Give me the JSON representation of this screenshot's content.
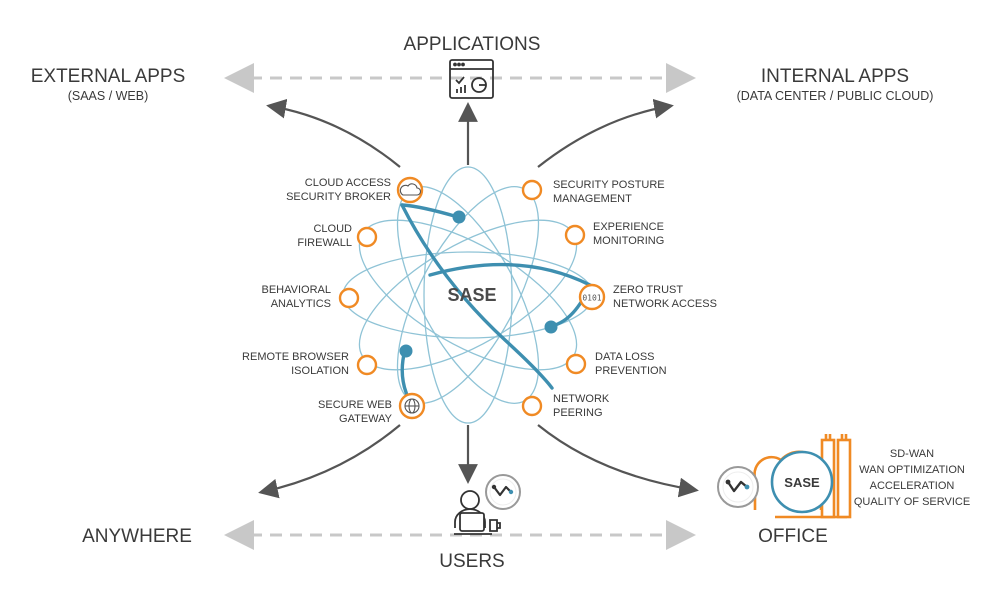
{
  "hub": {
    "core_label": "SASE",
    "features_left": [
      {
        "line1": "CLOUD ACCESS",
        "line2": "SECURITY BROKER",
        "icon": "cloud-icon"
      },
      {
        "line1": "CLOUD",
        "line2": "FIREWALL",
        "icon": ""
      },
      {
        "line1": "BEHAVIORAL",
        "line2": "ANALYTICS",
        "icon": ""
      },
      {
        "line1": "REMOTE BROWSER",
        "line2": "ISOLATION",
        "icon": ""
      },
      {
        "line1": "SECURE WEB",
        "line2": "GATEWAY",
        "icon": "globe-icon"
      }
    ],
    "features_right": [
      {
        "line1": "SECURITY POSTURE",
        "line2": "MANAGEMENT",
        "icon": ""
      },
      {
        "line1": "EXPERIENCE",
        "line2": "MONITORING",
        "icon": ""
      },
      {
        "line1": "ZERO TRUST",
        "line2": "NETWORK ACCESS",
        "icon": "binary-icon"
      },
      {
        "line1": "DATA LOSS",
        "line2": "PREVENTION",
        "icon": ""
      },
      {
        "line1": "NETWORK",
        "line2": "PEERING",
        "icon": ""
      }
    ],
    "zt_binary_text": "0101"
  },
  "corners": {
    "applications": {
      "title": "APPLICATIONS",
      "icon": "app-window-icon"
    },
    "external": {
      "title": "EXTERNAL APPS",
      "subtitle": "(SAAS / WEB)"
    },
    "internal": {
      "title": "INTERNAL APPS",
      "subtitle": "(DATA CENTER / PUBLIC CLOUD)"
    },
    "anywhere": {
      "title": "ANYWHERE"
    },
    "users": {
      "title": "USERS",
      "icon": "user-laptop-icon"
    },
    "office": {
      "title": "OFFICE",
      "badge": "SASE",
      "icon": "office-building-icon"
    }
  },
  "office_features": [
    "SD-WAN",
    "WAN OPTIMIZATION",
    "ACCELERATION",
    "QUALITY OF SERVICE"
  ],
  "colors": {
    "accent_orange": "#F08A24",
    "accent_blue": "#3E8FB0",
    "orbit_blue": "#8FC3D6",
    "arrow": "#555555",
    "dashed": "#C8C8C8"
  }
}
